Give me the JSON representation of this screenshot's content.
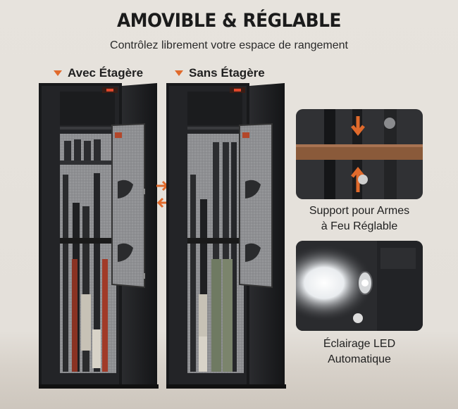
{
  "header": {
    "title": "AMOVIBLE & RÉGLABLE",
    "subtitle": "Contrôlez librement votre espace de rangement"
  },
  "labels": {
    "with_shelf": "Avec Étagère",
    "without_shelf": "Sans Étagère"
  },
  "features": [
    {
      "caption_line1": "Support pour Armes",
      "caption_line2": "à Feu Réglable",
      "icon": "adjust-arrows-icon"
    },
    {
      "caption_line1": "Éclairage LED",
      "caption_line2": "Automatique",
      "icon": "led-light-icon"
    }
  ],
  "colors": {
    "accent": "#e06a2c",
    "safe_body": "#1e1f22",
    "felt": "#8e8f92",
    "strap": "#8a5a3a"
  }
}
